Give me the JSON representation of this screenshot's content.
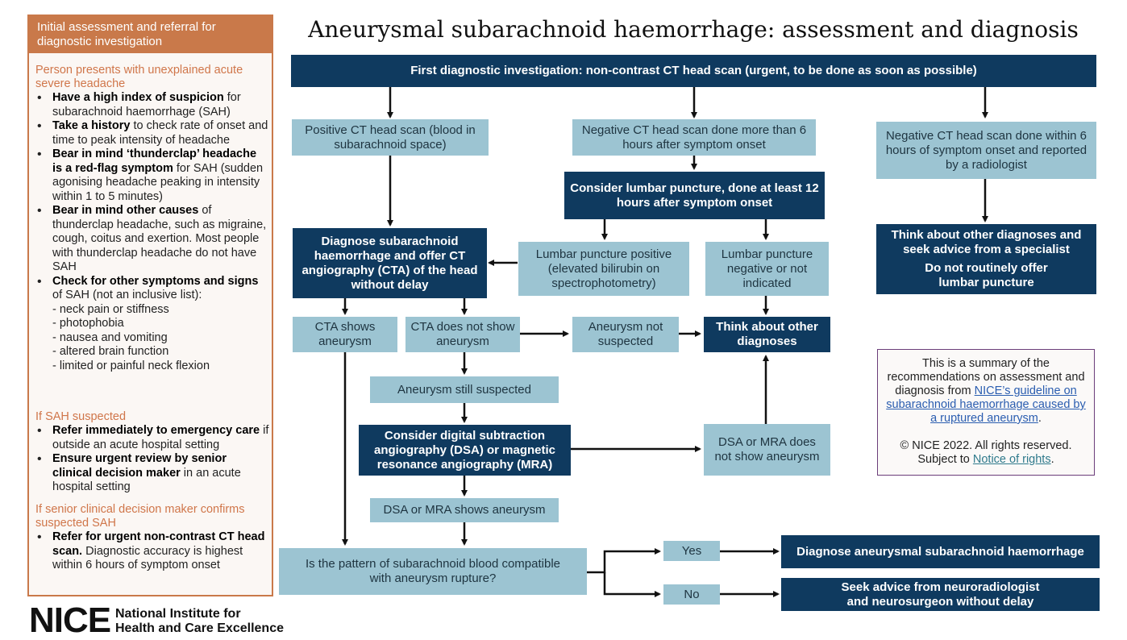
{
  "title": "Aneurysmal subarachnoid haemorrhage: assessment and diagnosis",
  "left_panel": {
    "header": "Initial assessment and referral for diagnostic investigation",
    "section1": {
      "heading": "Person presents with unexplained acute severe headache",
      "items": [
        {
          "bold": "Have a high index of suspicion",
          "rest": " for subarachnoid haemorrhage (SAH)"
        },
        {
          "bold": "Take a history",
          "rest": " to check rate of onset and time to peak intensity of headache"
        },
        {
          "bold": "Bear in mind ‘thunderclap’ headache is a red-flag symptom",
          "rest": " for SAH (sudden agonising headache peaking in intensity within 1 to 5 minutes)"
        },
        {
          "bold": "Bear in mind other causes",
          "rest": " of thunderclap headache, such as migraine, cough, coitus and exertion. Most people with thunderclap headache do not have SAH"
        },
        {
          "bold": "Check for other symptoms and signs",
          "rest": " of SAH (not an inclusive list):"
        }
      ],
      "sub_items": [
        "- neck pain or stiffness",
        "- photophobia",
        "- nausea and vomiting",
        "- altered brain function",
        "- limited or painful neck flexion"
      ]
    },
    "section2": {
      "heading": "If SAH suspected",
      "items": [
        {
          "bold": "Refer immediately to emergency care",
          "rest": " if outside an acute hospital setting"
        },
        {
          "bold": "Ensure urgent review by senior clinical decision maker",
          "rest": " in an acute hospital setting"
        }
      ]
    },
    "section3": {
      "heading": "If senior clinical decision maker confirms suspected SAH",
      "items": [
        {
          "bold": "Refer for urgent non-contrast CT head scan.",
          "rest": " Diagnostic accuracy is highest within 6 hours of symptom onset"
        }
      ]
    }
  },
  "flow": {
    "first_investigation": "First diagnostic investigation: non-contrast CT head scan (urgent, to be done as soon as possible)",
    "positive_ct": "Positive CT head scan (blood in subarachnoid space)",
    "negative_ct_late": "Negative CT head scan done more than 6 hours after symptom onset",
    "negative_ct_early": "Negative CT head scan done within 6 hours of symptom onset and reported by a radiologist",
    "consider_lp": "Consider lumbar puncture, done at least 12 hours after symptom onset",
    "think_other_specialist_1": "Think about other diagnoses and seek advice from a specialist",
    "think_other_specialist_2": "Do not routinely offer lumbar puncture",
    "diagnose_sah_cta": "Diagnose subarachnoid haemorrhage and offer CT angiography (CTA) of the head without delay",
    "lp_positive": "Lumbar puncture positive (elevated bilirubin on spectrophotometry)",
    "lp_negative": "Lumbar puncture negative or not indicated",
    "cta_shows": "CTA shows aneurysm",
    "cta_not_show": "CTA does not show aneurysm",
    "aneurysm_not_suspected": "Aneurysm not suspected",
    "think_other": "Think about other diagnoses",
    "aneurysm_still_suspected": "Aneurysm still suspected",
    "consider_dsa": "Consider digital subtraction angiography (DSA) or magnetic resonance angiography (MRA)",
    "dsa_not_show": "DSA or MRA does not show aneurysm",
    "dsa_shows": "DSA or MRA shows aneurysm",
    "pattern_question": "Is the pattern of subarachnoid blood compatible with aneurysm rupture?",
    "yes": "Yes",
    "no": "No",
    "diagnose_aneurysmal": "Diagnose aneurysmal subarachnoid haemorrhage",
    "seek_advice": "Seek advice from neuroradiologist and neurosurgeon without delay"
  },
  "info_box": {
    "line1": "This is a summary of the recommendations on assessment and diagnosis from ",
    "link1": "NICE’s guideline on subarachnoid haemorrhage caused by a ruptured aneurysm",
    "line1_end": ".",
    "line2": "© NICE 2022. All rights reserved. Subject to ",
    "link2": "Notice of rights",
    "line2_end": "."
  },
  "logo": {
    "mark": "NICE",
    "line1": "National Institute for",
    "line2": "Health and Care Excellence"
  },
  "colors": {
    "dark_box": "#0f3a5f",
    "light_box": "#9cc4d2",
    "accent_orange": "#c9794a"
  }
}
